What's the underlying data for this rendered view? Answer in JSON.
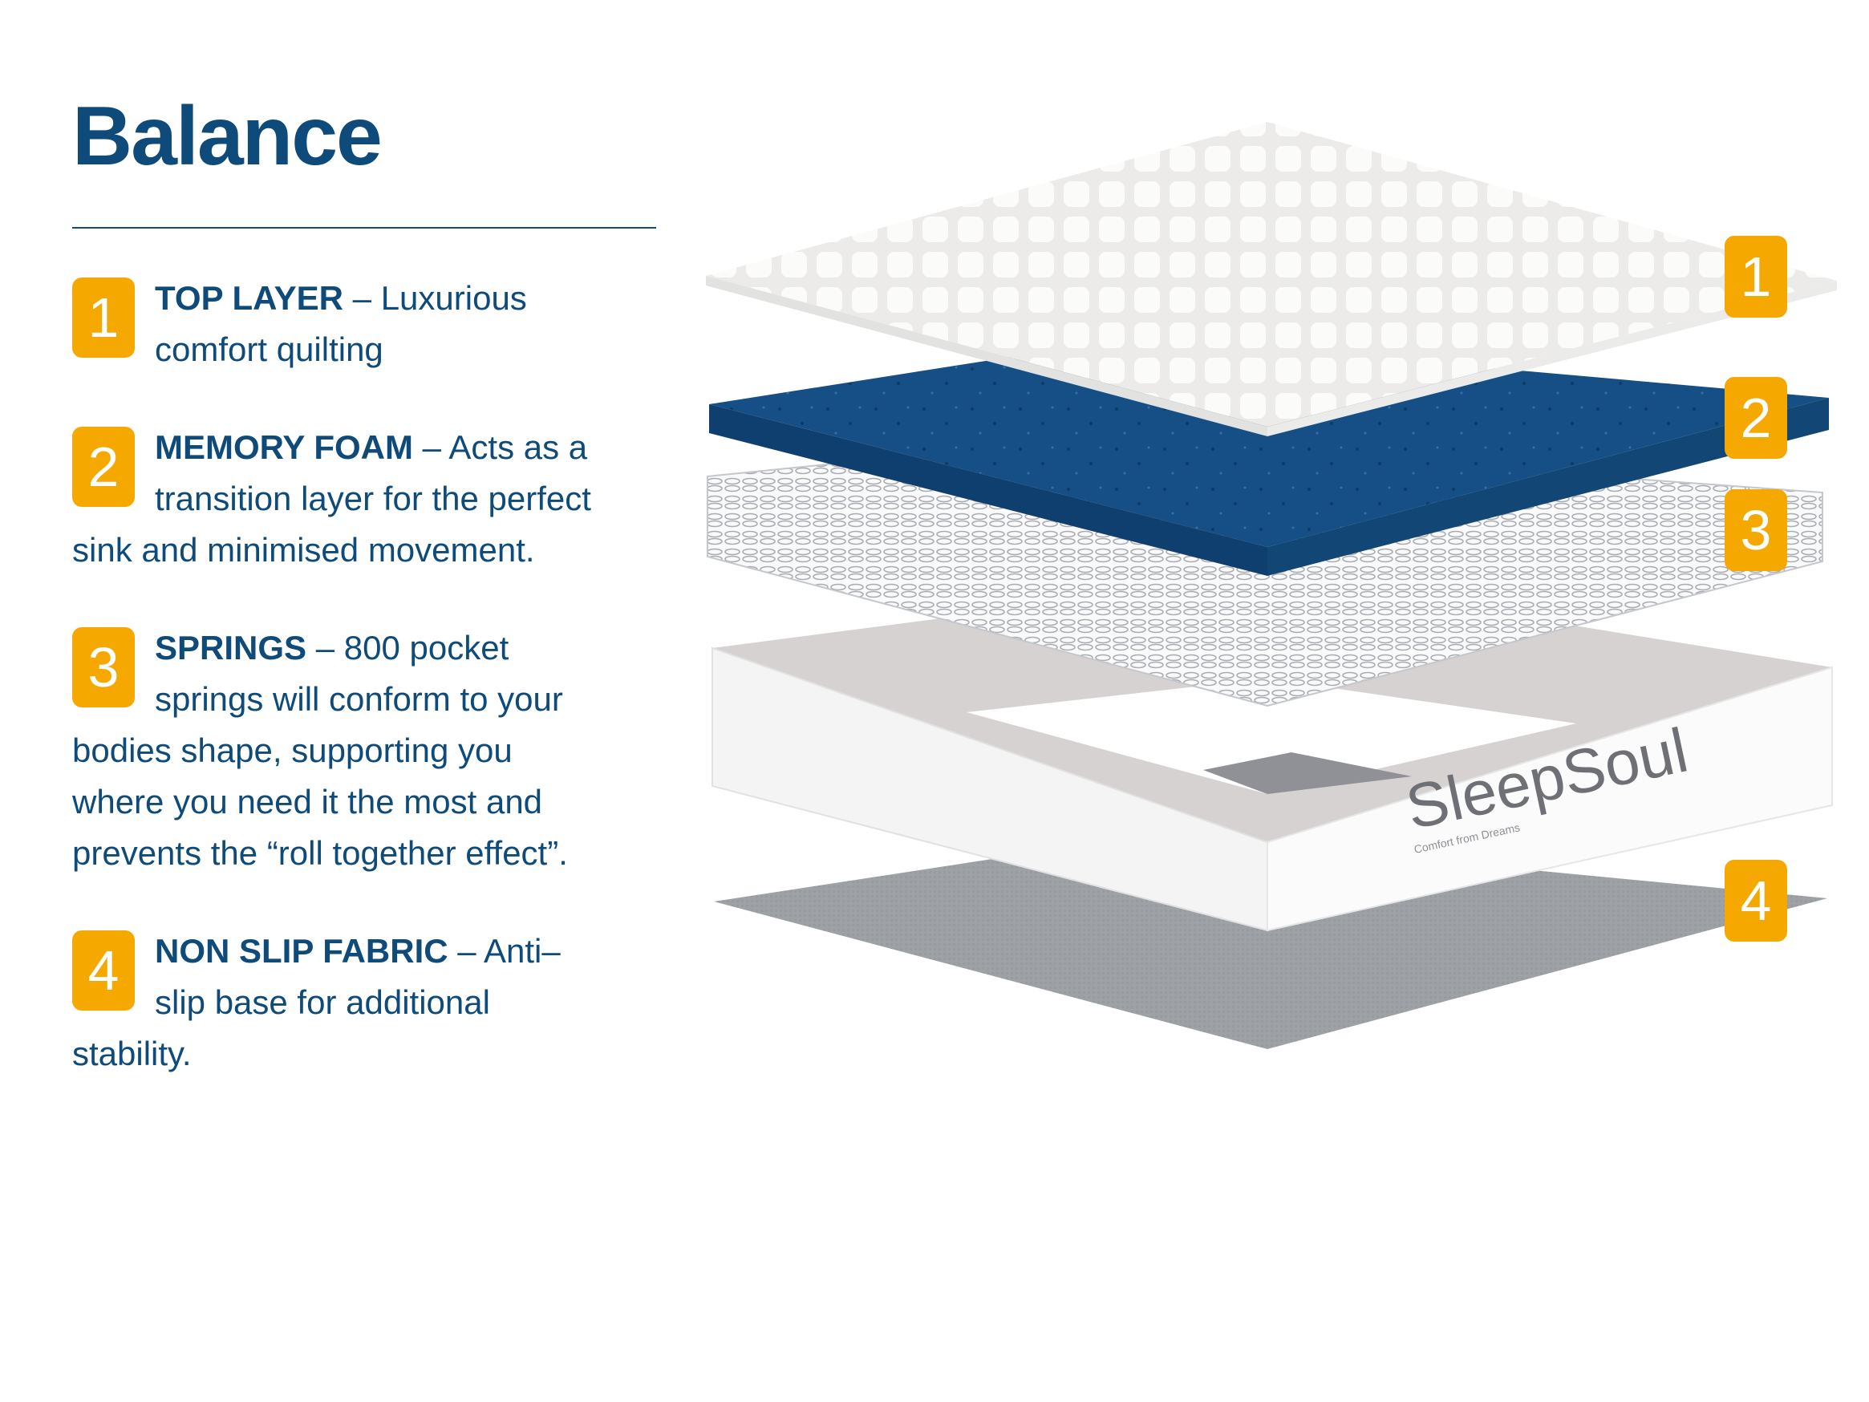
{
  "title": "Balance",
  "layers": [
    {
      "number": "1",
      "name": "TOP LAYER",
      "separator": " – ",
      "description": "Luxurious comfort quilting"
    },
    {
      "number": "2",
      "name": "MEMORY FOAM",
      "separator": " – ",
      "description": "Acts as a transition layer for the perfect sink and minimised movement."
    },
    {
      "number": "3",
      "name": "SPRINGS",
      "separator": " – ",
      "description": "800 pocket springs will conform to your bodies shape, supporting you where you need it the most and prevents the “roll together effect”."
    },
    {
      "number": "4",
      "name": "NON SLIP FABRIC",
      "separator": " – ",
      "description": "Anti–slip base for additional stability."
    }
  ],
  "diagram": {
    "brand": "SleepSoul",
    "brand_tagline": "Comfort from Dreams",
    "callouts": [
      "1",
      "2",
      "3",
      "4"
    ]
  },
  "colors": {
    "primary": "#0e4a7a",
    "accent": "#f5a800",
    "foam": "#164f85",
    "base_fabric": "#9a9da2",
    "border_gray": "#d9d5d5"
  }
}
